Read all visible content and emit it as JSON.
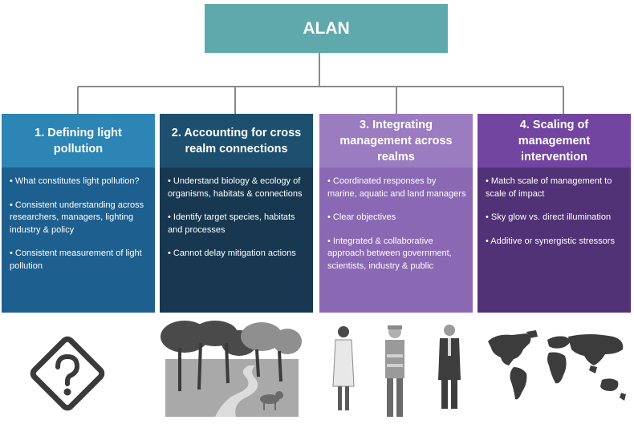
{
  "root": {
    "label": "ALAN"
  },
  "columns": [
    {
      "title": "1. Defining light pollution",
      "bullets": [
        "• What constitutes light pollution?",
        "• Consistent understanding across researchers, managers, lighting industry & policy",
        "• Consistent  measurement of light pollution"
      ]
    },
    {
      "title": "2. Accounting for cross realm connections",
      "bullets": [
        "• Understand biology & ecology of organisms, habitats & connections",
        "• Identify target species, habitats and processes",
        "• Cannot delay mitigation actions"
      ]
    },
    {
      "title": "3. Integrating management across realms",
      "bullets": [
        "• Coordinated responses by marine, aquatic and land managers",
        "• Clear objectives",
        "• Integrated & collaborative approach between government, scientists, industry & public"
      ]
    },
    {
      "title": "4. Scaling of management intervention",
      "bullets": [
        "• Match scale of management to scale of impact",
        "• Sky glow vs. direct illumination",
        "• Additive or synergistic stressors"
      ]
    }
  ],
  "icons": [
    "question-sign-icon",
    "forest-landscape-icon",
    "people-icon",
    "world-map-icon"
  ]
}
